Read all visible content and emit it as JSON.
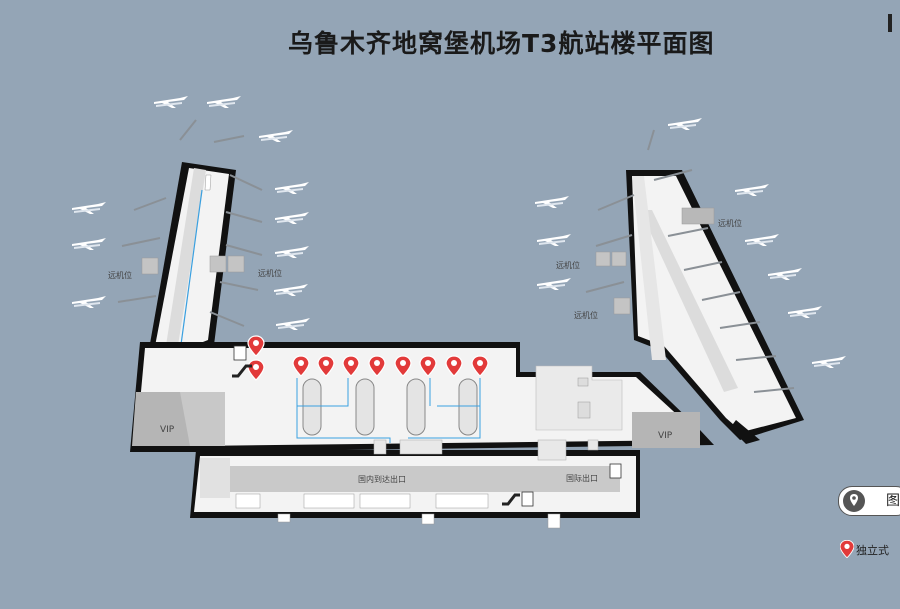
{
  "title": "乌鲁木齐地窝堡机场T3航站楼平面图",
  "labels": {
    "remote_left_1": "远机位",
    "remote_left_2": "远机位",
    "remote_right_1": "远机位",
    "remote_right_2": "远机位",
    "remote_right_3": "远机位",
    "vip_left": "VIP",
    "vip_right": "VIP",
    "domestic_exit": "国内到达出口",
    "intl_exit": "国际出口"
  },
  "legend": {
    "item1": "图",
    "item2": "独立式"
  },
  "colors": {
    "background": "#94a5b6",
    "floor": "#f3f3f3",
    "wall": "#111111",
    "grey_block": "#b5b5b5",
    "marker_red": "#e23a3a",
    "flow_blue": "#3aa0e0"
  },
  "icons": [
    "airplane-icon",
    "location-pin-icon",
    "escalator-icon",
    "elevator-icon",
    "map-marker-icon"
  ]
}
